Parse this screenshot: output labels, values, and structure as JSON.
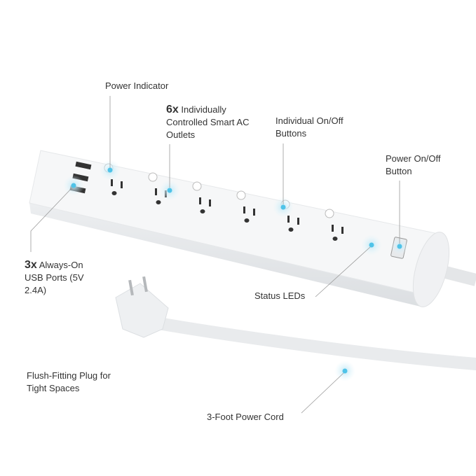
{
  "callouts": {
    "power_indicator": "Power Indicator",
    "outlets_count": "6x",
    "outlets_text": "Individually Controlled Smart AC Outlets",
    "buttons_text": "Individual On/Off Buttons",
    "power_button_text": "Power On/Off Button",
    "usb_count": "3x",
    "usb_text": "Always-On USB Ports (5V 2.4A)",
    "status_leds": "Status LEDs",
    "plug_text": "Flush-Fitting Plug for Tight Spaces",
    "cord_text": "3-Foot Power Cord"
  },
  "colors": {
    "accent": "#4fc3e8",
    "line": "#9a9a9a",
    "product": "#f4f5f6"
  }
}
